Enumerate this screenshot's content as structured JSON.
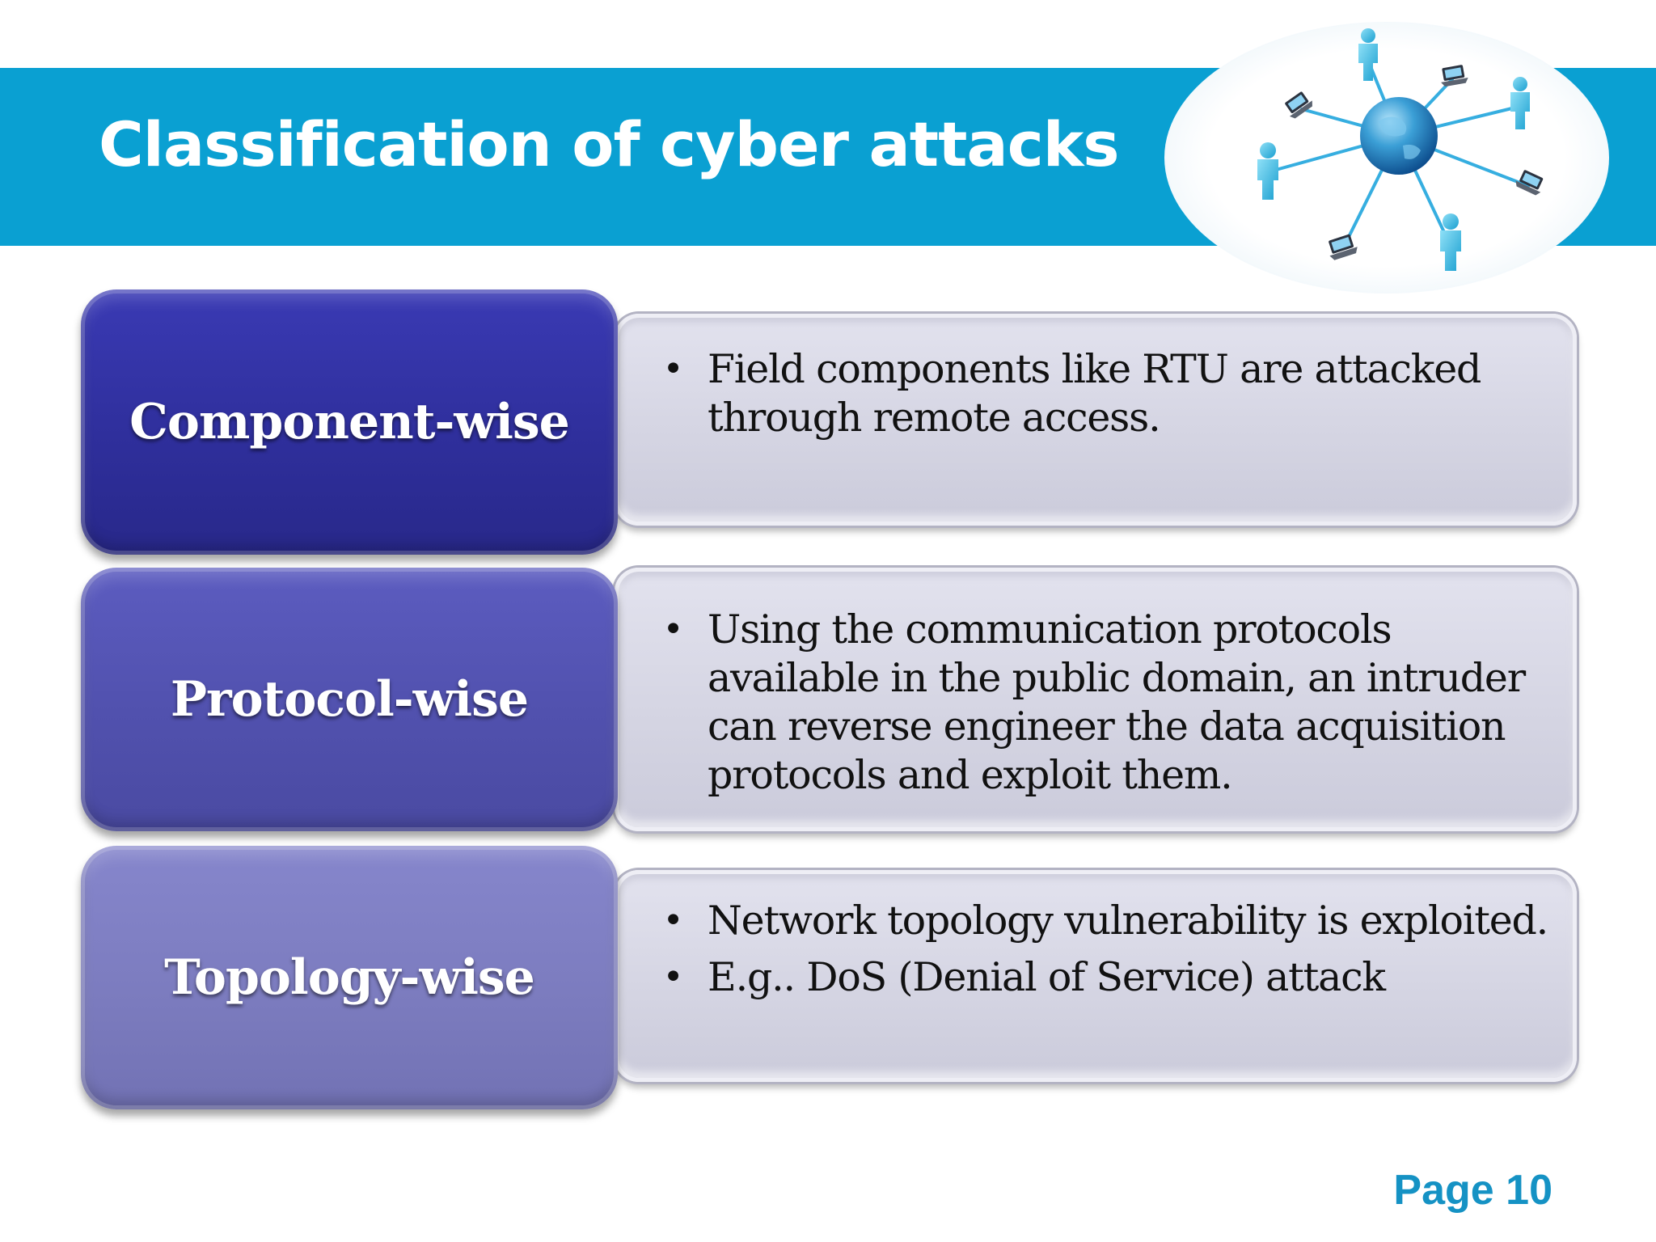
{
  "slide": {
    "title": "Classification of cyber attacks",
    "page_label": "Page 10"
  },
  "colors": {
    "header_band": "#0aa0d2",
    "page_number": "#1592c4",
    "row1_label": "#32329f",
    "row2_label": "#5555b0",
    "row3_label": "#8080c2",
    "desc_box": "#d5d5e3"
  },
  "graphic": {
    "icon": "globe-network-icon"
  },
  "rows": [
    {
      "label": "Component-wise",
      "bullets": [
        "Field components like RTU are attacked through remote access."
      ]
    },
    {
      "label": "Protocol-wise",
      "bullets": [
        "Using the communication protocols available in the public domain, an intruder can reverse engineer the data acquisition protocols and exploit them."
      ]
    },
    {
      "label": "Topology-wise",
      "bullets": [
        "Network topology vulnerability is exploited.",
        "E.g.. DoS (Denial of Service) attack"
      ]
    }
  ]
}
